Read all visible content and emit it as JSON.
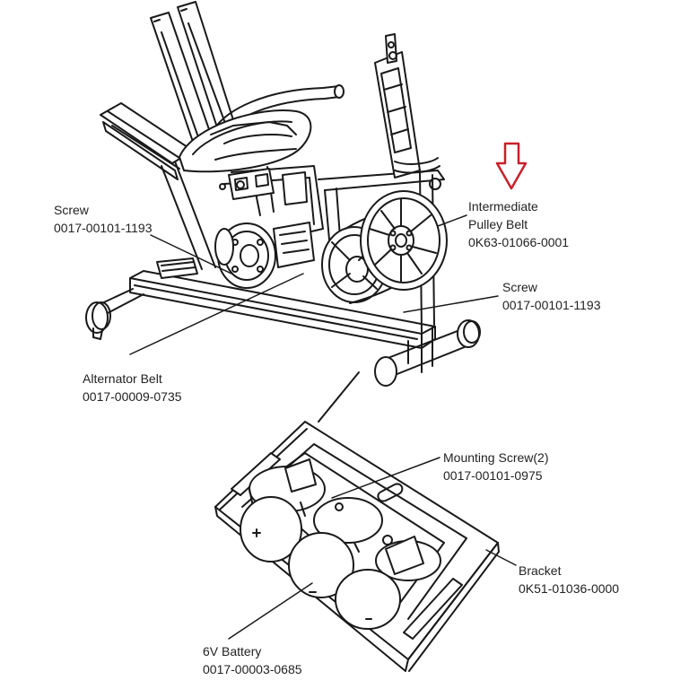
{
  "callouts": {
    "screw_left": {
      "name": "Screw",
      "part_number": "0017-00101-1193"
    },
    "intermediate_pulley_belt": {
      "name_line1": "Intermediate",
      "name_line2": "Pulley Belt",
      "part_number": "0K63-01066-0001"
    },
    "screw_right": {
      "name": "Screw",
      "part_number": "0017-00101-1193"
    },
    "alternator_belt": {
      "name": "Alternator Belt",
      "part_number": "0017-00009-0735"
    },
    "mounting_screw": {
      "name": "Mounting Screw(2)",
      "part_number": "0017-00101-0975"
    },
    "bracket": {
      "name": "Bracket",
      "part_number": "0K51-01036-0000"
    },
    "battery": {
      "name": "6V Battery",
      "part_number": "0017-00003-0685"
    }
  },
  "colors": {
    "line": "#1a1a1a",
    "arrow": "#c8202a",
    "text": "#222222"
  },
  "icons": {
    "indicator": "down-arrow-icon"
  }
}
